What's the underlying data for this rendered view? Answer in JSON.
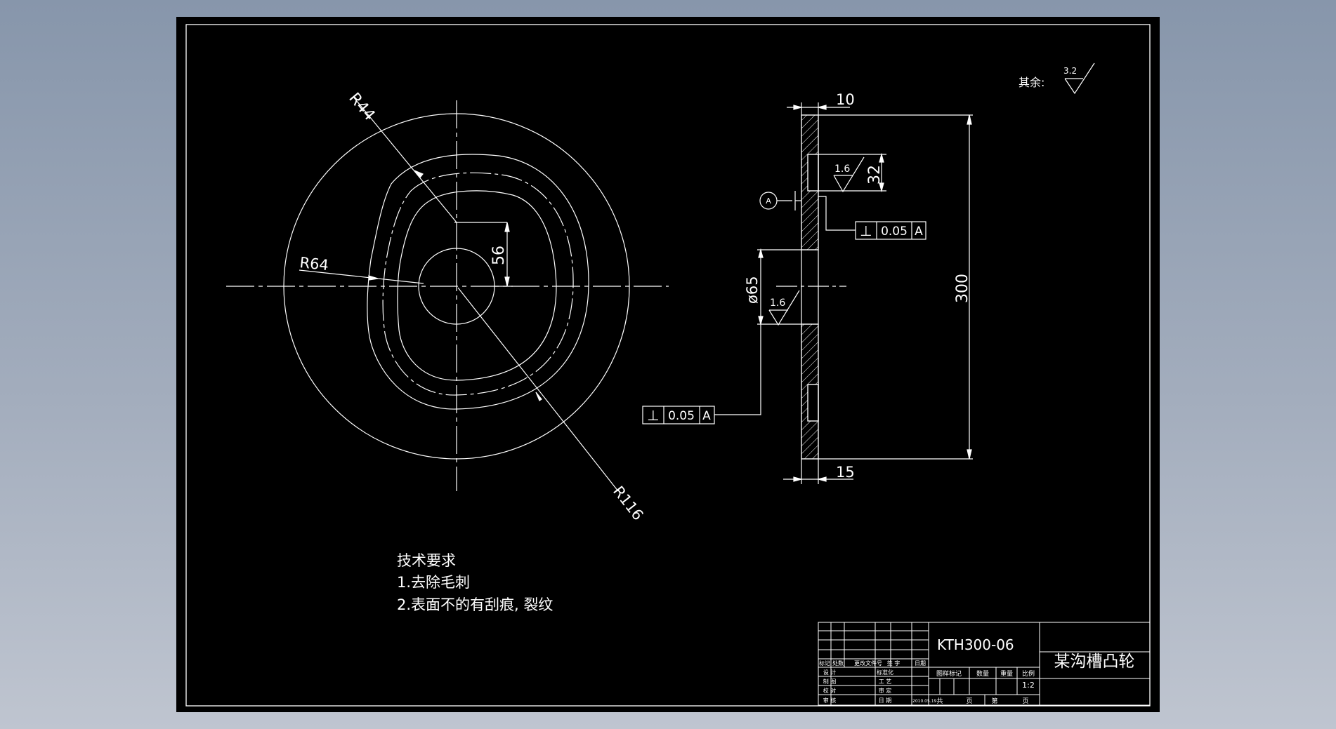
{
  "colors": {
    "background": "#8e9bae",
    "sheet": "#000000",
    "line": "#ffffff"
  },
  "dimensions": {
    "r44": "R44",
    "r64": "R64",
    "r116": "R116",
    "d56": "56",
    "width_10": "10",
    "width_15": "15",
    "height_32": "32",
    "height_300": "300",
    "dia_65": "ø65"
  },
  "surface_finish": {
    "rest_label": "其余:",
    "rest_value": "3.2",
    "value_1": "1.6",
    "value_2": "1.6"
  },
  "datum": {
    "label": "A"
  },
  "tolerance_1": {
    "symbol": "⊥",
    "value": "0.05",
    "datum": "A"
  },
  "tolerance_2": {
    "symbol": "⊥",
    "value": "0.05",
    "datum": "A"
  },
  "notes": {
    "title": "技术要求",
    "item_1": "1.去除毛刺",
    "item_2": "2.表面不的有刮痕, 裂纹"
  },
  "title_block": {
    "drawing_no": "KTH300-06",
    "part_name": "某沟槽凸轮",
    "scale": "1:2",
    "header_cells": [
      "标记",
      "处数",
      "更改文件号",
      "签 字",
      "日期"
    ],
    "role_labels": [
      "设 计",
      "制 图",
      "校 对",
      "审 核"
    ],
    "mid_labels": [
      "标准化",
      "工 艺",
      "审 定",
      "日 期"
    ],
    "date": "2010.05.19",
    "info_labels": [
      "图样标记",
      "数量",
      "重量",
      "比例"
    ],
    "sheet_labels": [
      "共",
      "页",
      "第",
      "页"
    ]
  }
}
